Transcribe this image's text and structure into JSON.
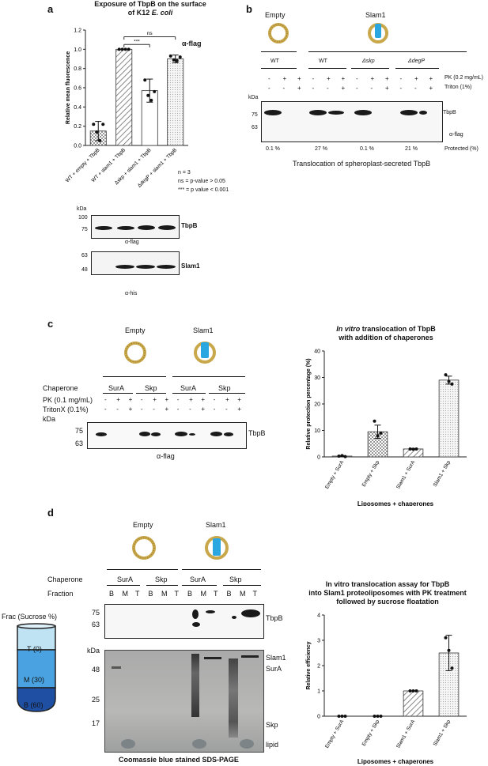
{
  "panels": {
    "a": {
      "label": "a",
      "title": "Exposure of TbpB on the surface",
      "title2_pre": "of K12 ",
      "title2_italic": "E. coli",
      "annotation": "α-flag",
      "stats": [
        "n = 3",
        "ns = p-value > 0.05",
        "*** = p value < 0.001"
      ],
      "sig": {
        "ns": "ns",
        "triple": "***"
      },
      "blot1": {
        "kda": "kDa",
        "markers": [
          "100",
          "75"
        ],
        "band_label": "TbpB",
        "antibody": "α-flag"
      },
      "blot2": {
        "markers": [
          "63",
          "48"
        ],
        "band_label": "Slam1",
        "antibody": "α-his"
      }
    },
    "b": {
      "label": "b",
      "liposomes": [
        "Empty",
        "Slam1"
      ],
      "groups": [
        "WT",
        "WT",
        "Δskp",
        "ΔdegP"
      ],
      "pk": "PK (0.2 mg/mL)",
      "triton": "Triton (1%)",
      "signs_pk": [
        "-",
        "+",
        "+",
        "-",
        "+",
        "+",
        "-",
        "+",
        "+",
        "-",
        "+",
        "+"
      ],
      "signs_triton": [
        "-",
        "-",
        "+",
        "-",
        "-",
        "+",
        "-",
        "-",
        "+",
        "-",
        "-",
        "+"
      ],
      "kda": "kDa",
      "markers": [
        "75",
        "63"
      ],
      "band_label": "TbpB",
      "antibody": "α-flag",
      "protected_values": [
        "0.1 %",
        "27 %",
        "0.1 %",
        "21 %"
      ],
      "protected_label": "Protected (%)",
      "caption": "Translocation of spheroplast-secreted TbpB"
    },
    "c": {
      "label": "c",
      "liposomes": [
        "Empty",
        "Slam1"
      ],
      "chaperone_label": "Chaperone",
      "chaperones": [
        "SurA",
        "Skp",
        "SurA",
        "Skp"
      ],
      "pk": "PK (0.1 mg/mL)",
      "triton": "TritonX (0.1%)",
      "kda": "kDa",
      "signs_pk": [
        "-",
        "+",
        "+",
        "-",
        "+",
        "+",
        "-",
        "+",
        "+",
        "-",
        "+",
        "+"
      ],
      "signs_triton": [
        "-",
        "-",
        "+",
        "-",
        "-",
        "+",
        "-",
        "-",
        "+",
        "-",
        "-",
        "+"
      ],
      "markers": [
        "75",
        "63"
      ],
      "band_label": "TbpB",
      "antibody": "α-flag"
    },
    "d": {
      "label": "d",
      "liposomes": [
        "Empty",
        "Slam1"
      ],
      "chaperone_label": "Chaperone",
      "fraction_label": "Fraction",
      "chaperones": [
        "SurA",
        "Skp",
        "SurA",
        "Skp"
      ],
      "fractions": [
        "B",
        "M",
        "T",
        "B",
        "M",
        "T",
        "B",
        "M",
        "T",
        "B",
        "M",
        "T"
      ],
      "tube_title": "Frac (Sucrose %)",
      "tube_levels": [
        "T (0)",
        "M (30)",
        "B (60)"
      ],
      "blot_markers": [
        "75",
        "63"
      ],
      "blot_band": "TbpB",
      "gel_kda": "kDa",
      "gel_markers": [
        "48",
        "25",
        "17"
      ],
      "gel_labels": [
        "Slam1",
        "SurA",
        "Skp",
        "lipid"
      ],
      "gel_caption": "Coomassie blue stained SDS-PAGE"
    }
  },
  "chart_data": [
    {
      "type": "bar",
      "panel": "a",
      "ylabel": "Relative mean fluorescence",
      "ylim": [
        0,
        1.2
      ],
      "yticks": [
        "0.0",
        "0.2",
        "0.4",
        "0.6",
        "0.8",
        "1.0",
        "1.2"
      ],
      "categories": [
        "WT + empty + TbpB",
        "WT + slam1 + TbpB",
        "Δskp + slam1 + TbpB",
        "ΔdegP + slam1 + TbpB"
      ],
      "values": [
        0.15,
        1.0,
        0.57,
        0.9
      ],
      "errors": [
        0.1,
        0.0,
        0.12,
        0.04
      ],
      "points": [
        [
          0.22,
          0.14,
          0.05,
          0.22
        ],
        [
          1.0,
          1.0,
          1.0,
          1.0
        ],
        [
          0.68,
          0.52,
          0.47,
          0.56
        ],
        [
          0.93,
          0.89,
          0.88,
          0.92
        ]
      ],
      "patterns": [
        "check",
        "diag",
        "plain",
        "dots"
      ]
    },
    {
      "type": "bar",
      "panel": "c",
      "title_italic": "In vitro",
      "title_rest": " translocation of TbpB",
      "title2": "with addition of chaperones",
      "ylabel": "Relative protection percentage (%)",
      "xlabel": "Liposomes  + chaperones",
      "ylim": [
        0,
        40
      ],
      "yticks": [
        "0",
        "10",
        "20",
        "30",
        "40"
      ],
      "categories": [
        "Empty + SurA",
        "Empty + Skp",
        "Slam1 + SurA",
        "Slam1 + Skp"
      ],
      "values": [
        0.3,
        9.5,
        3.0,
        29.0
      ],
      "errors": [
        0.2,
        2.5,
        0.2,
        1.5
      ],
      "points": [
        [
          0.3,
          0.5,
          0.1
        ],
        [
          13.5,
          8.0,
          9.0
        ],
        [
          3.0,
          2.9,
          3.0
        ],
        [
          31.0,
          28.5,
          27.5
        ]
      ],
      "patterns": [
        "plain",
        "check",
        "diag",
        "dots"
      ]
    },
    {
      "type": "bar",
      "panel": "d",
      "title": "In vitro translocation assay for TbpB",
      "title2": "into Slam1 proteoliposomes with PK treatment",
      "title3": "followed by sucrose floatation",
      "ylabel": "Relative efficiency",
      "xlabel": "Liposomes  + chaperones",
      "ylim": [
        0,
        4
      ],
      "yticks": [
        "0",
        "1",
        "2",
        "3",
        "4"
      ],
      "categories": [
        "Empty + SurA",
        "Empty + Skp",
        "Slam1 + SurA",
        "Slam1 + Skp"
      ],
      "values": [
        0.0,
        0.0,
        1.0,
        2.5
      ],
      "errors": [
        0.0,
        0.0,
        0.0,
        0.7
      ],
      "points": [
        [
          0,
          0,
          0
        ],
        [
          0,
          0,
          0
        ],
        [
          1,
          1,
          1
        ],
        [
          3.1,
          2.6,
          1.9
        ]
      ],
      "patterns": [
        "plain",
        "check",
        "diag",
        "dots"
      ]
    }
  ]
}
